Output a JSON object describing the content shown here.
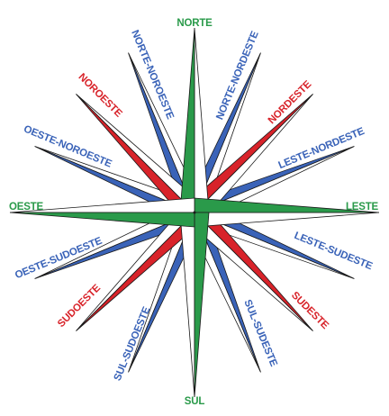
{
  "colors": {
    "cardinal": "#2a9a4a",
    "ordinal": "#d8232a",
    "secondary": "#3a63b8",
    "outline": "#1a1a1a"
  },
  "points": [
    {
      "id": "norte",
      "label": "NORTE",
      "bearing": 0,
      "tier": "cardinal"
    },
    {
      "id": "norte-nordeste",
      "label": "NORTE-NORDESTE",
      "bearing": 22.5,
      "tier": "secondary"
    },
    {
      "id": "nordeste",
      "label": "NORDESTE",
      "bearing": 45,
      "tier": "ordinal"
    },
    {
      "id": "leste-nordeste",
      "label": "LESTE-NORDESTE",
      "bearing": 67.5,
      "tier": "secondary"
    },
    {
      "id": "leste",
      "label": "LESTE",
      "bearing": 90,
      "tier": "cardinal"
    },
    {
      "id": "leste-sudeste",
      "label": "LESTE-SUDESTE",
      "bearing": 112.5,
      "tier": "secondary"
    },
    {
      "id": "sudeste",
      "label": "SUDESTE",
      "bearing": 135,
      "tier": "ordinal"
    },
    {
      "id": "sul-sudeste",
      "label": "SUL-SUDESTE",
      "bearing": 157.5,
      "tier": "secondary"
    },
    {
      "id": "sul",
      "label": "SUL",
      "bearing": 180,
      "tier": "cardinal"
    },
    {
      "id": "sul-sudoeste",
      "label": "SUL-SUDOESTE",
      "bearing": 202.5,
      "tier": "secondary"
    },
    {
      "id": "sudoeste",
      "label": "SUDOESTE",
      "bearing": 225,
      "tier": "ordinal"
    },
    {
      "id": "oeste-sudoeste",
      "label": "OESTE-SUDOESTE",
      "bearing": 247.5,
      "tier": "secondary"
    },
    {
      "id": "oeste",
      "label": "OESTE",
      "bearing": 270,
      "tier": "cardinal"
    },
    {
      "id": "oeste-noroeste",
      "label": "OESTE-NOROESTE",
      "bearing": 292.5,
      "tier": "secondary"
    },
    {
      "id": "noroeste",
      "label": "NOROESTE",
      "bearing": 315,
      "tier": "ordinal"
    },
    {
      "id": "norte-noroeste",
      "label": "NORTE-NOROESTE",
      "bearing": 337.5,
      "tier": "secondary"
    }
  ]
}
